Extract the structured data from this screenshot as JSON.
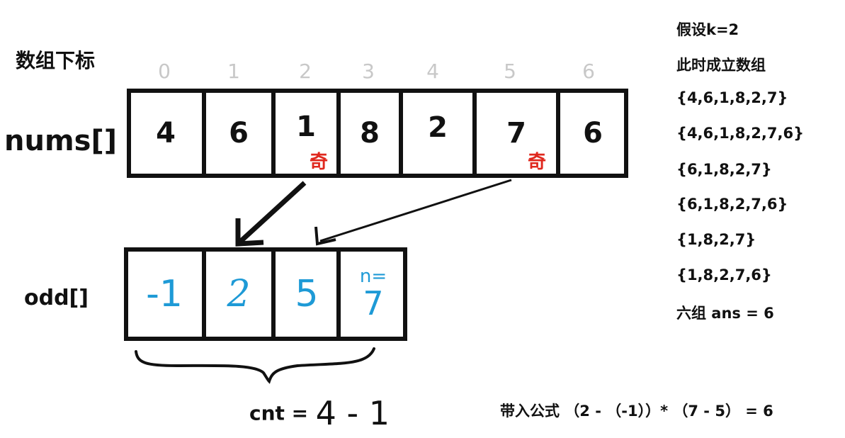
{
  "labels": {
    "index_title": "数组下标",
    "nums_label": "nums[]",
    "odd_label": "odd[]"
  },
  "indices": [
    "0",
    "1",
    "2",
    "3",
    "4",
    "5",
    "6"
  ],
  "nums": [
    "4",
    "6",
    "1",
    "8",
    "2",
    "7",
    "6"
  ],
  "odd_tags": [
    "奇",
    "奇"
  ],
  "odd": {
    "values": [
      "-1",
      "2",
      "5",
      "7"
    ],
    "n_note": "n="
  },
  "cnt": {
    "label": "cnt =",
    "value": "4 - 1"
  },
  "right_panel": {
    "lines": [
      "假设k=2",
      "此时成立数组",
      "{4,6,1,8,2,7}",
      "{4,6,1,8,2,7,6}",
      "{6,1,8,2,7}",
      "{6,1,8,2,7,6}",
      "{1,8,2,7}",
      "{1,8,2,7,6}",
      "六组 ans = 6"
    ]
  },
  "formula": "带入公式 （2 - （-1））* （7 - 5） = 6",
  "colors": {
    "odd_tag": "#e0281e",
    "handwriting": "#1e9ad6",
    "index": "#c8c8c8"
  }
}
